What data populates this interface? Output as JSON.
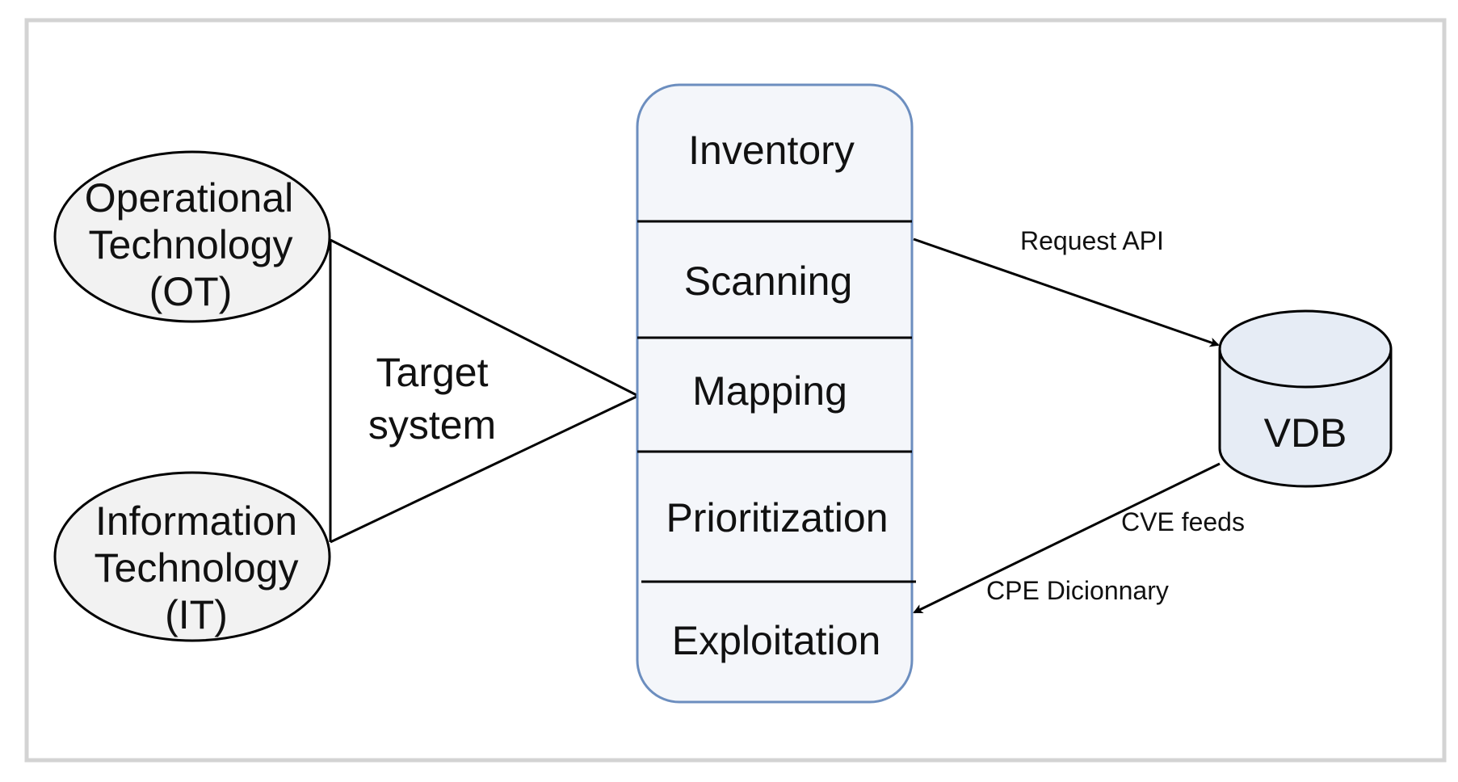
{
  "target_system": {
    "line1": "Target",
    "line2": "system"
  },
  "ot_node": {
    "line1": "Operational",
    "line2": "Technology",
    "line3": "(OT)"
  },
  "it_node": {
    "line1": "Information",
    "line2": "Technology",
    "line3": "(IT)"
  },
  "process_stages": [
    "Inventory",
    "Scanning",
    "Mapping",
    "Prioritization",
    "Exploitation"
  ],
  "vdb": {
    "label": "VDB"
  },
  "edges": {
    "request_api": "Request API",
    "cve_feeds": "CVE feeds",
    "cpe_dictionary": "CPE Dicionnary"
  },
  "colors": {
    "stack_fill": "#f4f6fa",
    "stack_border": "#6c8ebf",
    "node_fill": "#f2f2f2",
    "line": "#000000",
    "frame": "#d3d3d3"
  }
}
